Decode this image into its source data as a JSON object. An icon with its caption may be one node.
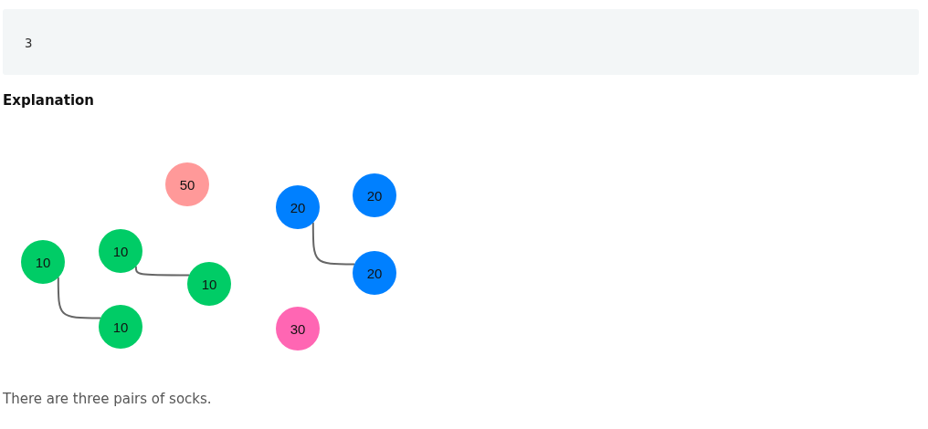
{
  "diagram": {
    "caption": "There are three pairs of socks.",
    "nodes": [
      {
        "text": [
          "50"
        ]
      },
      {
        "text": [
          "20"
        ]
      },
      {
        "text": [
          "20"
        ]
      },
      {
        "text": [
          "10"
        ]
      },
      {
        "text": [
          "10"
        ]
      },
      {
        "text": [
          "20"
        ]
      },
      {
        "text": [
          "10"
        ]
      },
      {
        "text": [
          "10"
        ]
      },
      {
        "text": [
          "30"
        ]
      }
    ],
    "edges": [
      {
        "from": 2,
        "to": 5,
        "arrow": "none"
      },
      {
        "from": 3,
        "to": 6,
        "arrow": "none"
      },
      {
        "from": 4,
        "to": 7,
        "arrow": "none"
      }
    ],
    "labels": [
      "3",
      "Explanation"
    ]
  }
}
